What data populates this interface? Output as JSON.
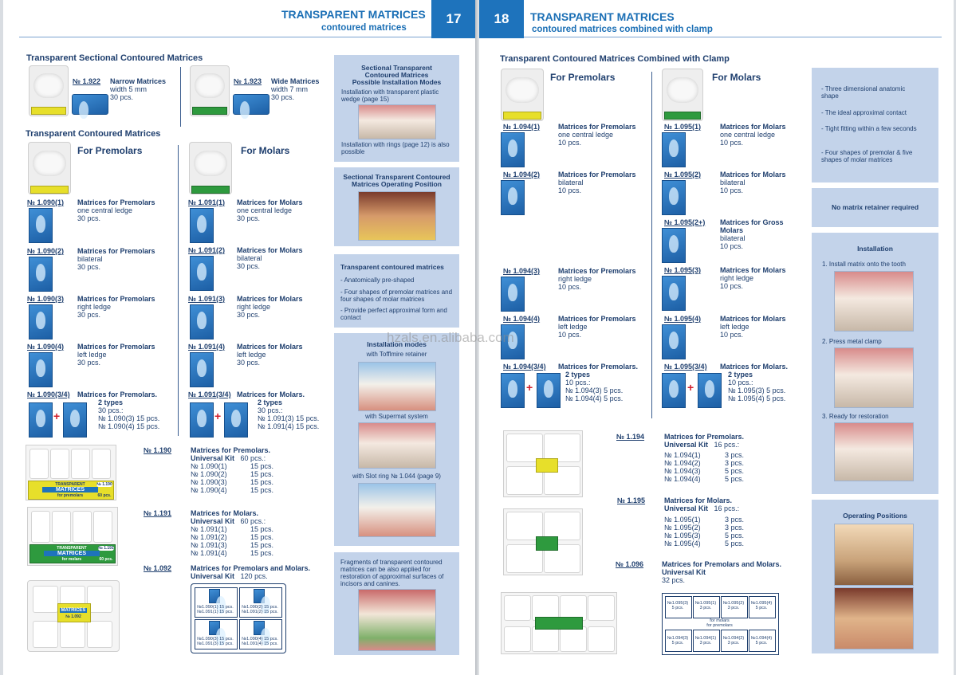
{
  "left_page": {
    "header": {
      "title": "TRANSPARENT MATRICES",
      "subtitle": "contoured matrices",
      "page_number": "17"
    },
    "sectional": {
      "title": "Transparent Sectional Contoured Matrices",
      "items": [
        {
          "code": "№ 1.922",
          "name": "Narrow Matrices",
          "l1": "width 5 mm",
          "l2": "30 pcs."
        },
        {
          "code": "№ 1.923",
          "name": "Wide Matrices",
          "l1": "width 7 mm",
          "l2": "30 pcs."
        }
      ]
    },
    "contoured": {
      "title": "Transparent Contoured Matrices",
      "premolars_title": "For Premolars",
      "molars_title": "For Molars",
      "premolars": [
        {
          "code": "№ 1.090(1)",
          "name": "Matrices for Premolars",
          "l1": "one central ledge",
          "l2": "30 pcs."
        },
        {
          "code": "№ 1.090(2)",
          "name": "Matrices for Premolars",
          "l1": "bilateral",
          "l2": "30 pcs."
        },
        {
          "code": "№ 1.090(3)",
          "name": "Matrices for Premolars",
          "l1": "right ledge",
          "l2": "30 pcs."
        },
        {
          "code": "№ 1.090(4)",
          "name": "Matrices for Premolars",
          "l1": "left ledge",
          "l2": "30 pcs."
        }
      ],
      "premolars_combo": {
        "code": "№ 1.090(3/4)",
        "name": "Matrices for Premolars.",
        "l1": "2 types",
        "l2": "30 pcs.:",
        "l3": "№ 1.090(3)  15 pcs.",
        "l4": "№ 1.090(4)  15 pcs."
      },
      "molars": [
        {
          "code": "№ 1.091(1)",
          "name": "Matrices for Molars",
          "l1": "one central ledge",
          "l2": "30 pcs."
        },
        {
          "code": "№ 1.091(2)",
          "name": "Matrices for Molars",
          "l1": "bilateral",
          "l2": "30 pcs."
        },
        {
          "code": "№ 1.091(3)",
          "name": "Matrices for Molars",
          "l1": "right ledge",
          "l2": "30 pcs."
        },
        {
          "code": "№ 1.091(4)",
          "name": "Matrices for Molars",
          "l1": "left ledge",
          "l2": "30 pcs."
        }
      ],
      "molars_combo": {
        "code": "№ 1.091(3/4)",
        "name": "Matrices for Molars.",
        "l1": "2 types",
        "l2": "30 pcs.:",
        "l3": "№ 1.091(3)  15 pcs.",
        "l4": "№ 1.091(4)  15 pcs."
      }
    },
    "kits": [
      {
        "code": "№ 1.190",
        "name": "Matrices for Premolars.",
        "kit": "Universal Kit",
        "count": "60 pcs.:",
        "lines": [
          [
            "№ 1.090(1)",
            "15 pcs."
          ],
          [
            "№ 1.090(2)",
            "15 pcs."
          ],
          [
            "№ 1.090(3)",
            "15 pcs."
          ],
          [
            "№ 1.090(4)",
            "15 pcs."
          ]
        ]
      },
      {
        "code": "№ 1.191",
        "name": "Matrices for Molars.",
        "kit": "Universal Kit",
        "count": "60 pcs.:",
        "lines": [
          [
            "№ 1.091(1)",
            "15 pcs."
          ],
          [
            "№ 1.091(2)",
            "15 pcs."
          ],
          [
            "№ 1.091(3)",
            "15 pcs."
          ],
          [
            "№ 1.091(4)",
            "15 pcs."
          ]
        ]
      },
      {
        "code": "№ 1.092",
        "name": "Matrices for Premolars and Molars.",
        "kit": "Universal Kit",
        "count": "120 pcs.",
        "lines": []
      }
    ],
    "kit_labels": {
      "premolar_box": {
        "brand": "TRANSPARENT CONTOURED",
        "main": "MATRICES",
        "sub": "for premolars",
        "code": "№ 1.190",
        "qty": "60 pcs."
      },
      "molar_box": {
        "brand": "TRANSPARENT CONTOURED",
        "main": "MATRICES",
        "sub": "for molars",
        "code": "№ 1.191",
        "qty": "60 pcs."
      },
      "combo_box": {
        "main": "MATRICES",
        "code": "№ 1.092"
      }
    },
    "kit_1092_grid": [
      {
        "l1": "№1.090(1) 15 pcs.",
        "l2": "№1.091(1) 15 pcs."
      },
      {
        "l1": "№1.090(2) 15 pcs.",
        "l2": "№1.091(2) 15 pcs."
      },
      {
        "l1": "№1.090(3) 15 pcs.",
        "l2": "№1.091(3) 15 pcs."
      },
      {
        "l1": "№1.090(4) 15 pcs.",
        "l2": "№1.091(4) 15 pcs."
      }
    ],
    "panels": {
      "install_modes": {
        "title": "Sectional Transparent Contoured Matrices Possible Installation Modes",
        "t1": "Installation with transparent plastic wedge (page 15)",
        "t2": "Installation with rings (page 12) is also possible"
      },
      "operating": {
        "title": "Sectional Transparent Contoured Matrices Operating Position"
      },
      "features": {
        "title": "Transparent contoured matrices",
        "items": [
          "- Anatomically  pre-shaped",
          "- Four shapes of premolar matrices and four shapes of molar matrices",
          "- Provide  perfect  approximal  form and contact"
        ]
      },
      "install": {
        "title": "Installation modes",
        "t1": "with Tofflmire retainer",
        "t2": "with Supermat system",
        "t3": "with Slot ring № 1.044 (page 9)"
      },
      "fragments": {
        "text": "Fragments of transparent contoured matrices can be also applied for restoration of approximal surfaces of incisors and canines."
      }
    }
  },
  "right_page": {
    "header": {
      "title": "TRANSPARENT MATRICES",
      "subtitle": "contoured matrices combined with clamp",
      "page_number": "18"
    },
    "title": "Transparent Contoured Matrices Combined with Clamp",
    "premolars_title": "For Premolars",
    "molars_title": "For Molars",
    "premolars": [
      {
        "code": "№ 1.094(1)",
        "name": "Matrices for Premolars",
        "l1": "one central ledge",
        "l2": "10 pcs."
      },
      {
        "code": "№ 1.094(2)",
        "name": "Matrices for Premolars",
        "l1": "bilateral",
        "l2": "10 pcs."
      },
      {
        "code": "№ 1.094(3)",
        "name": "Matrices for Premolars",
        "l1": "right ledge",
        "l2": "10 pcs."
      },
      {
        "code": "№ 1.094(4)",
        "name": "Matrices for Premolars",
        "l1": "left ledge",
        "l2": "10 pcs."
      }
    ],
    "premolars_combo": {
      "code": "№ 1.094(3/4)",
      "name": "Matrices for Premolars.",
      "l1": "2 types",
      "l2": "10 pcs.:",
      "l3": "№ 1.094(3)  5 pcs.",
      "l4": "№ 1.094(4)  5 pcs."
    },
    "molars": [
      {
        "code": "№ 1.095(1)",
        "name": "Matrices for Molars",
        "l1": "one central ledge",
        "l2": "10 pcs."
      },
      {
        "code": "№ 1.095(2)",
        "name": "Matrices for Molars",
        "l1": "bilateral",
        "l2": "10 pcs."
      },
      {
        "code": "№ 1.095(2+)",
        "name": "Matrices for Gross Molars",
        "l1": "bilateral",
        "l2": "10 pcs."
      },
      {
        "code": "№ 1.095(3)",
        "name": "Matrices for Molars",
        "l1": "right ledge",
        "l2": "10 pcs."
      },
      {
        "code": "№ 1.095(4)",
        "name": "Matrices for Molars",
        "l1": "left ledge",
        "l2": "10 pcs."
      }
    ],
    "molars_combo": {
      "code": "№ 1.095(3/4)",
      "name": "Matrices for Molars.",
      "l1": "2 types",
      "l2": "10 pcs.:",
      "l3": "№ 1.095(3)  5 pcs.",
      "l4": "№ 1.095(4)  5 pcs."
    },
    "kits": [
      {
        "code": "№ 1.194",
        "name": "Matrices for Premolars.",
        "kit": "Universal Kit",
        "count": "16 pcs.:",
        "lines": [
          [
            "№ 1.094(1)",
            "3 pcs."
          ],
          [
            "№ 1.094(2)",
            "3 pcs."
          ],
          [
            "№ 1.094(3)",
            "5 pcs."
          ],
          [
            "№ 1.094(4)",
            "5 pcs."
          ]
        ]
      },
      {
        "code": "№ 1.195",
        "name": "Matrices for Molars.",
        "kit": "Universal Kit",
        "count": "16 pcs.:",
        "lines": [
          [
            "№ 1.095(1)",
            "3 pcs."
          ],
          [
            "№ 1.095(2)",
            "3 pcs."
          ],
          [
            "№ 1.095(3)",
            "5 pcs."
          ],
          [
            "№ 1.095(4)",
            "5 pcs."
          ]
        ]
      },
      {
        "code": "№ 1.096",
        "name": "Matrices for Premolars and Molars.",
        "kit": "Universal Kit",
        "count": "32 pcs.",
        "lines": []
      }
    ],
    "kit_1096_grid": {
      "top": [
        {
          "a": "№1.095(3)",
          "b": "5 pcs."
        },
        {
          "a": "№1.095(1)",
          "b": "3 pcs."
        },
        {
          "a": "№1.095(2)",
          "b": "3 pcs."
        },
        {
          "a": "№1.095(4)",
          "b": "5 pcs."
        }
      ],
      "middle": [
        "for molars",
        "for premolars"
      ],
      "bottom": [
        {
          "a": "№1.094(3)",
          "b": "5 pcs."
        },
        {
          "a": "№1.094(1)",
          "b": "3 pcs."
        },
        {
          "a": "№1.094(2)",
          "b": "3 pcs."
        },
        {
          "a": "№1.094(4)",
          "b": "5 pcs."
        }
      ]
    },
    "panels": {
      "features": [
        "- Three  dimensional  anatomic shape",
        "- The ideal approximal contact",
        "- Tight  fitting  within  a  few seconds",
        "- Four  shapes  of  premolar  & five shapes of molar matrices"
      ],
      "no_retainer": "No matrix retainer required",
      "installation": {
        "title": "Installation",
        "s1": "1. Install matrix onto the tooth",
        "s2": "2. Press metal clamp",
        "s3": "3. Ready for restoration"
      },
      "operating": {
        "title": "Operating Positions"
      }
    }
  },
  "watermark": "hzals.en.alibaba.com",
  "colors": {
    "brand_blue": "#1e73bc",
    "text_navy": "#1f3f6e",
    "panel_blue": "#c3d3ea",
    "red_plus": "#d21e2a"
  }
}
